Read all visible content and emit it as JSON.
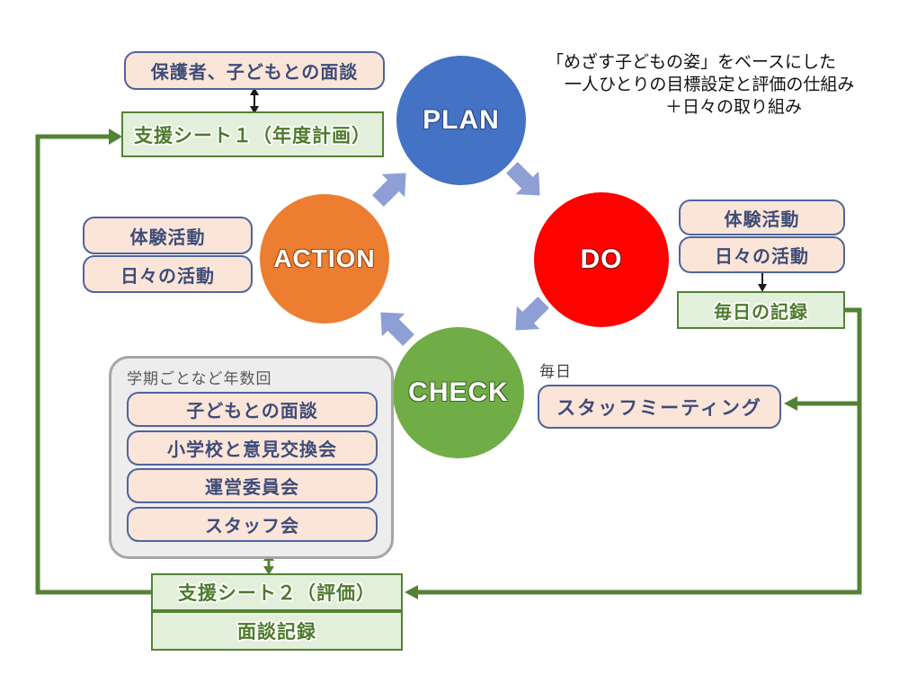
{
  "colors": {
    "plan_blue": "#4472C4",
    "do_red": "#FE0101",
    "check_green": "#70AD47",
    "action_orange": "#ED7D31",
    "cycle_arrow_periwinkle": "#8E9FD5",
    "flow_green": "#548235",
    "box_peach_fill": "#FBE5D8",
    "box_peach_border": "#4F649B",
    "box_green_fill": "#E2EFDA",
    "group_gray_fill": "#EDEDED",
    "group_gray_border": "#A6A6A6"
  },
  "annotation": {
    "line1": "「めざす子どもの姿」をベースにした",
    "line2": "一人ひとりの目標設定と評価の仕組み",
    "line3": "＋日々の取り組み"
  },
  "cycle": {
    "plan": "PLAN",
    "do": "DO",
    "check": "CHECK",
    "action": "ACTION"
  },
  "plan_side": {
    "interview": "保護者、子どもとの面談",
    "sheet1": "支援シート１（年度計画）"
  },
  "do_side": {
    "taiken": "体験活動",
    "hibi": "日々の活動",
    "record": "毎日の記録"
  },
  "action_side": {
    "taiken": "体験活動",
    "hibi": "日々の活動"
  },
  "check_side": {
    "frequency": "毎日",
    "meeting": "スタッフミーティング"
  },
  "periodic": {
    "label": "学期ごとなど年数回",
    "items": [
      "子どもとの面談",
      "小学校と意見交換会",
      "運営委員会",
      "スタッフ会"
    ]
  },
  "bottom": {
    "sheet2": "支援シート２（評価）",
    "record": "面談記録"
  }
}
